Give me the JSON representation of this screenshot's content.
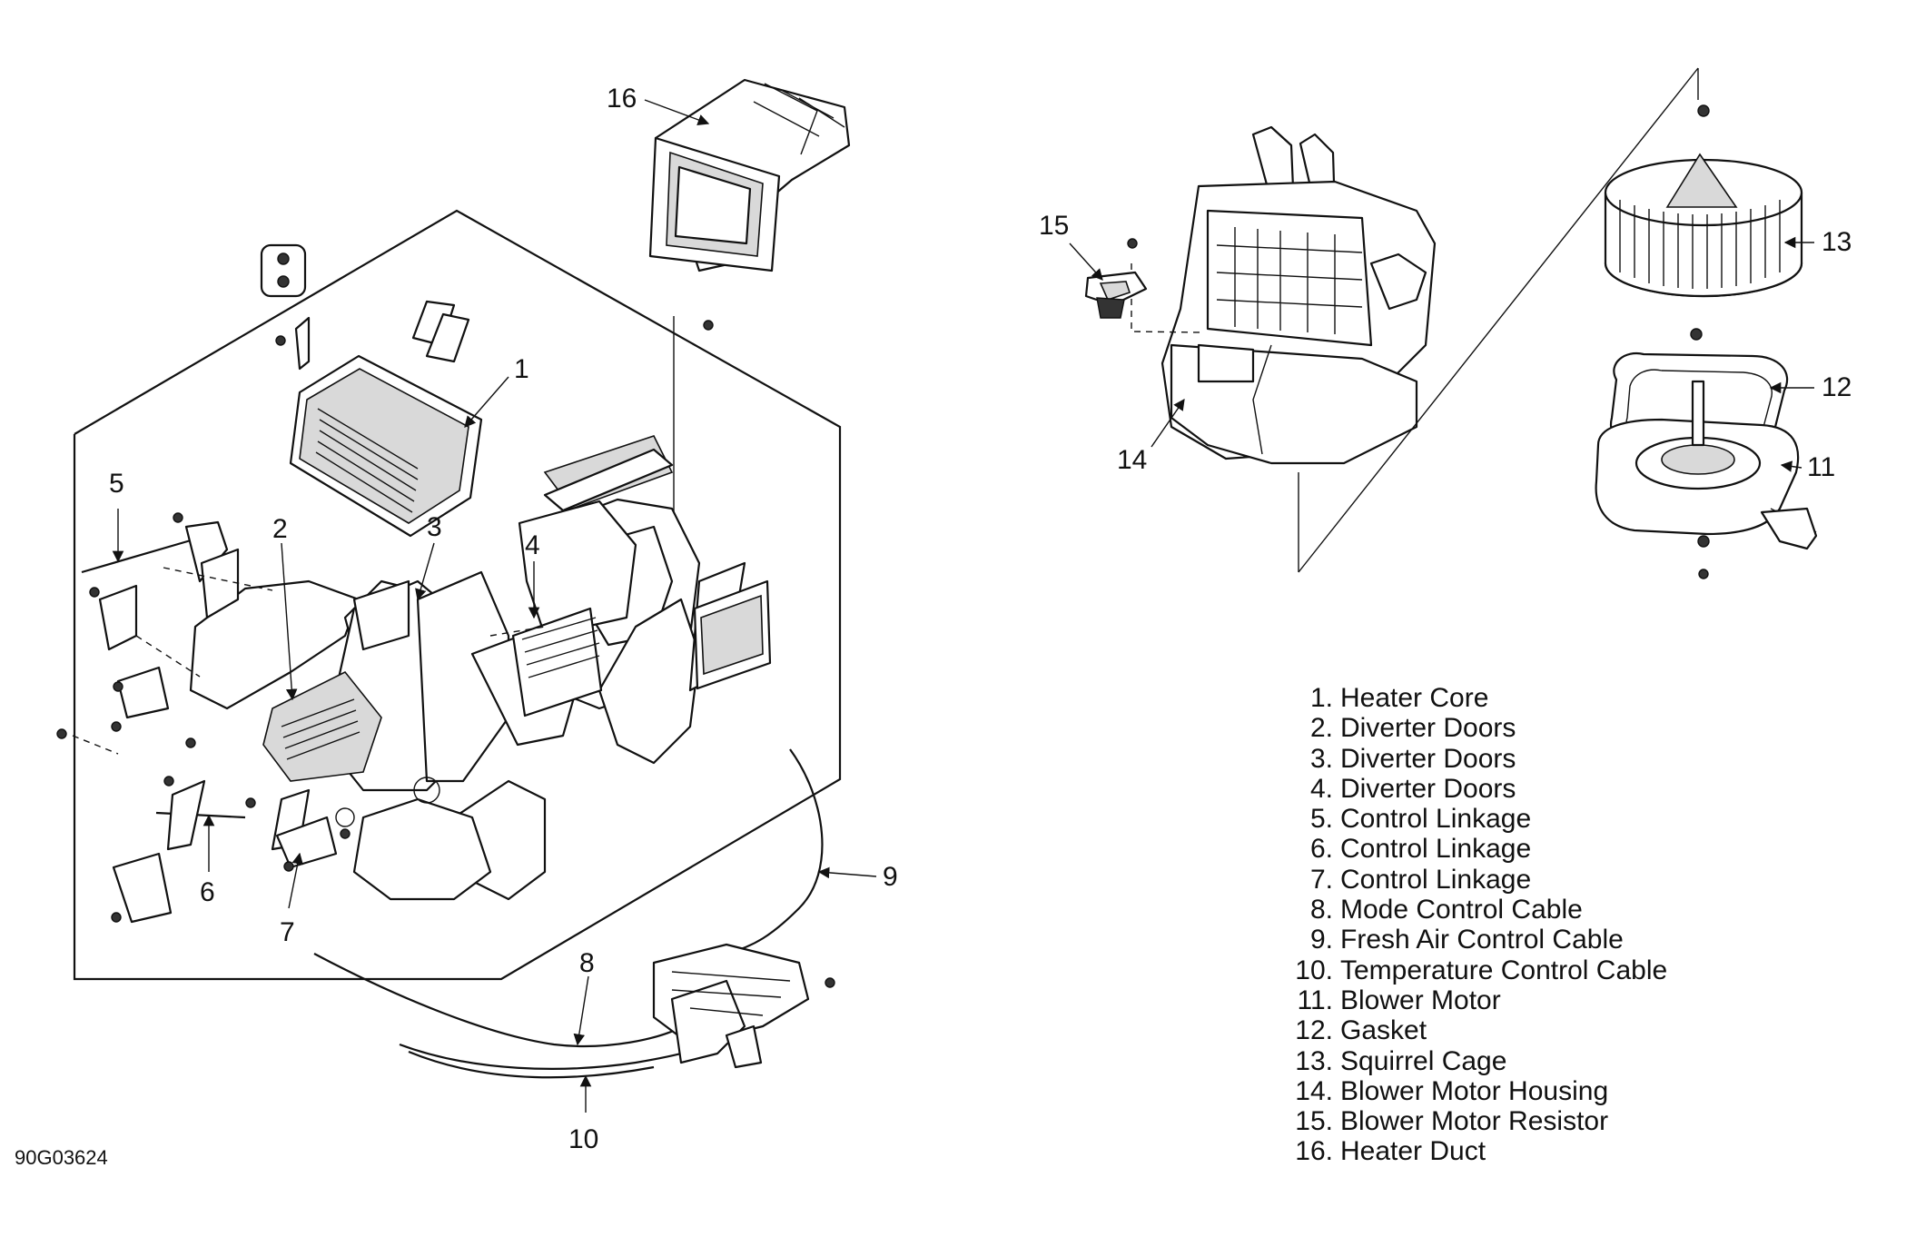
{
  "diagram_id": "90G03624",
  "callouts": [
    "1",
    "2",
    "3",
    "4",
    "5",
    "6",
    "7",
    "8",
    "9",
    "10",
    "11",
    "12",
    "13",
    "14",
    "15",
    "16"
  ],
  "legend": [
    {
      "num": "1.",
      "label": "Heater Core"
    },
    {
      "num": "2.",
      "label": "Diverter Doors"
    },
    {
      "num": "3.",
      "label": "Diverter Doors"
    },
    {
      "num": "4.",
      "label": "Diverter Doors"
    },
    {
      "num": "5.",
      "label": "Control Linkage"
    },
    {
      "num": "6.",
      "label": "Control Linkage"
    },
    {
      "num": "7.",
      "label": "Control Linkage"
    },
    {
      "num": "8.",
      "label": "Mode Control Cable"
    },
    {
      "num": "9.",
      "label": "Fresh Air Control Cable"
    },
    {
      "num": "10.",
      "label": "Temperature Control Cable"
    },
    {
      "num": "11.",
      "label": "Blower Motor"
    },
    {
      "num": "12.",
      "label": "Gasket"
    },
    {
      "num": "13.",
      "label": "Squirrel Cage"
    },
    {
      "num": "14.",
      "label": "Blower Motor Housing"
    },
    {
      "num": "15.",
      "label": "Blower Motor Resistor"
    },
    {
      "num": "16.",
      "label": "Heater Duct"
    }
  ],
  "icons": {
    "arrowhead": "arrowhead-icon",
    "screw": "screw-icon"
  }
}
